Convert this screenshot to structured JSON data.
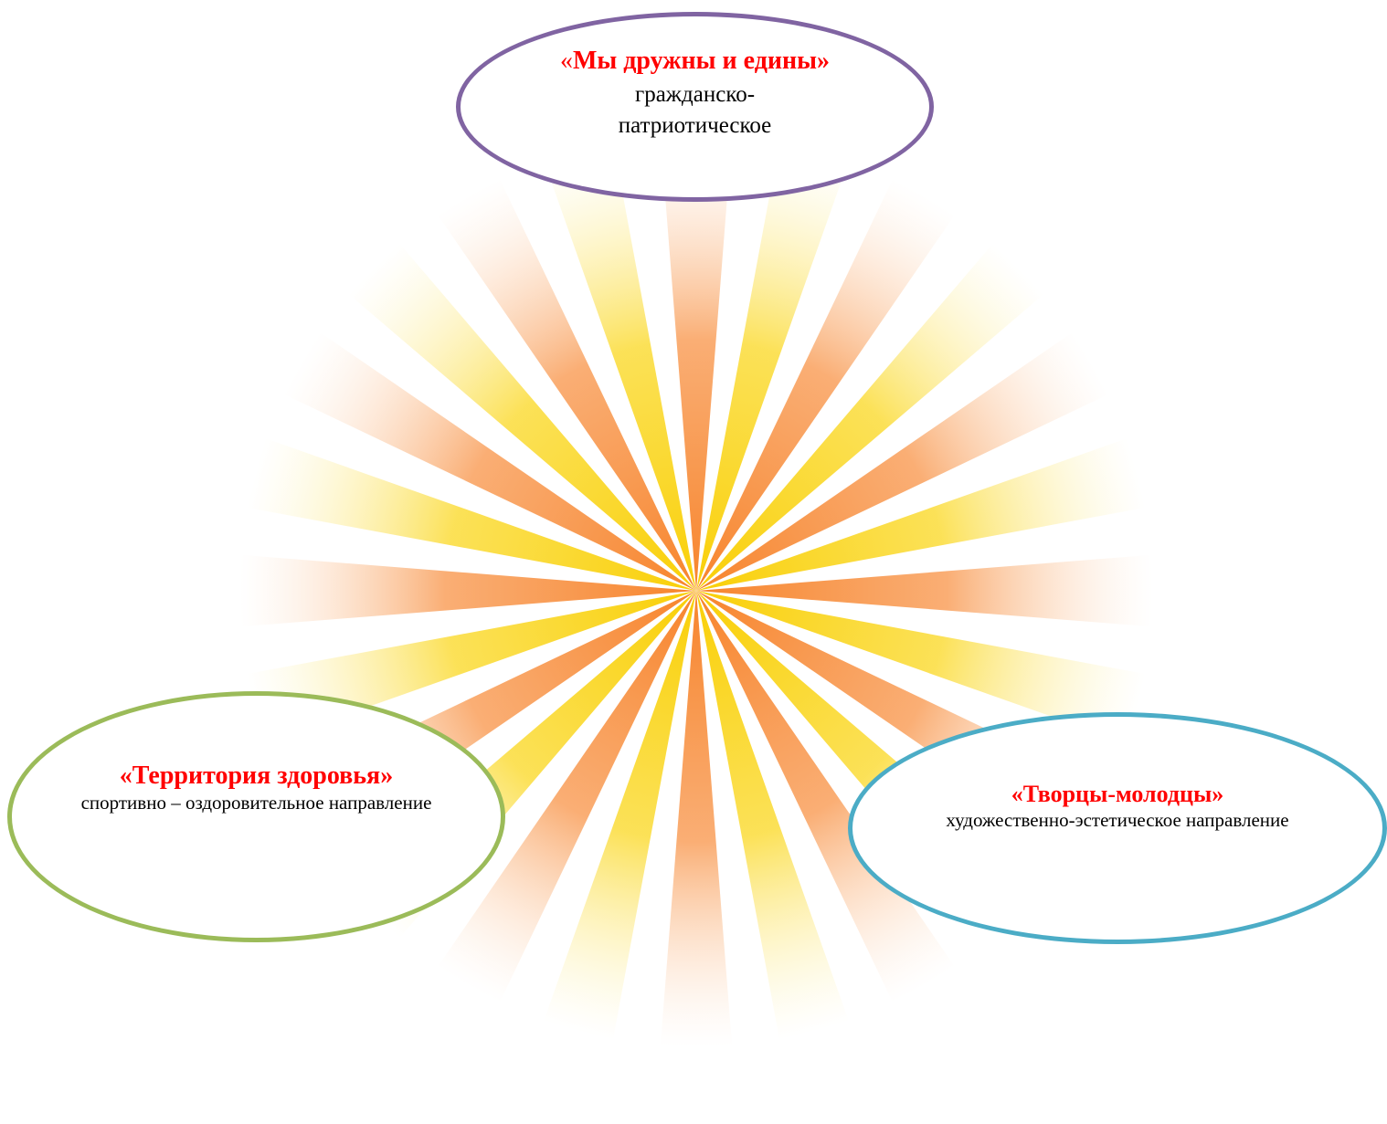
{
  "diagram": {
    "center_node": {
      "label": ""
    },
    "rays": {
      "count": 24,
      "colors": {
        "yellow": "#f9cf06",
        "orange": "#f7842b"
      }
    },
    "nodes": [
      {
        "id": "top",
        "title_prefix": "«",
        "title_main": "Мы дружны и едины»",
        "description": "гражданско-патриотическое",
        "title_color": "#ff0000",
        "border_color": "#8064a2"
      },
      {
        "id": "left",
        "title": "«Территория здоровья»",
        "description": "спортивно – оздоровительное направление",
        "title_color": "#ff0000",
        "border_color": "#9bbb59"
      },
      {
        "id": "right",
        "title": "«Творцы-молодцы»",
        "description": "художественно-эстетическое направление",
        "title_color": "#ff0000",
        "border_color": "#4bacc6"
      }
    ]
  }
}
